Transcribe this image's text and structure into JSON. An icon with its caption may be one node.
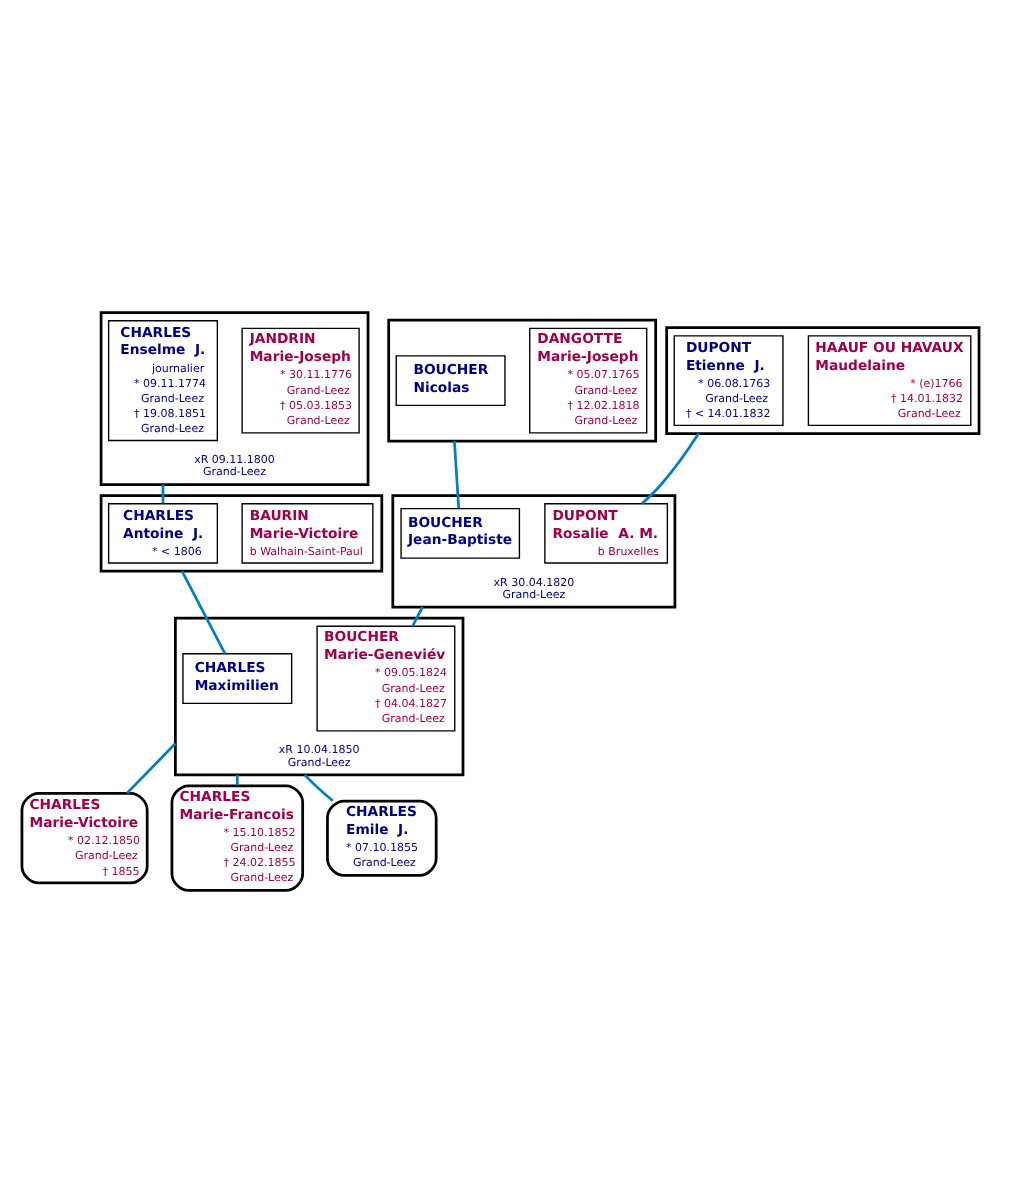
{
  "diagram": {
    "nodes": [
      {
        "text": [
          "xR 09.11.1800",
          "Grand-Leez"
        ]
      },
      {
        "text": [
          "CHARLES",
          "Enselme  J.",
          "journalier",
          "* 09.11.1774",
          "Grand-Leez",
          "† 19.08.1851",
          "Grand-Leez"
        ],
        "in": 0
      },
      {
        "text": [
          "JANDRIN",
          "Marie-Joseph",
          "* 30.11.1776",
          "Grand-Leez",
          "† 05.03.1853",
          "Grand-Leez"
        ],
        "in": 0
      },
      {
        "text": [],
        "shape": "box"
      },
      {
        "text": [
          "BOUCHER",
          "Nicolas"
        ],
        "in": 3
      },
      {
        "text": [
          "DANGOTTE",
          "Marie-Joseph",
          "* 05.07.1765",
          "Grand-Leez",
          "† 12.02.1818",
          "Grand-Leez"
        ],
        "in": 3
      },
      {
        "text": [],
        "shape": "box"
      },
      {
        "text": [
          "DUPONT",
          "Etienne  J.",
          "* 06.08.1763",
          "Grand-Leez",
          "† < 14.01.1832"
        ],
        "in": 6
      },
      {
        "text": [
          "HAAUF OU HAVAUX",
          "Maudelaine",
          "* (e)1766",
          "† 14.01.1832",
          "Grand-Leez"
        ],
        "in": 6
      },
      {
        "text": [],
        "shape": "box"
      },
      {
        "text": [
          "CHARLES",
          "Antoine  J.",
          "* < 1806"
        ],
        "in": 9
      },
      {
        "text": [
          "BAURIN",
          "Marie-Victoire",
          "b Walhain-Saint-Paul"
        ],
        "in": 9
      },
      {
        "text": [
          "xR 30.04.1820",
          "Grand-Leez"
        ]
      },
      {
        "text": [
          "BOUCHER",
          "Jean-Baptiste"
        ],
        "in": 12
      },
      {
        "text": [
          "DUPONT",
          "Rosalie  A. M.",
          "b Bruxelles"
        ],
        "in": 12
      },
      {
        "text": [
          "xR 10.04.1850",
          "Grand-Leez"
        ]
      },
      {
        "text": [
          "CHARLES",
          "Maximilien"
        ],
        "in": 15
      },
      {
        "text": [
          "BOUCHER",
          "Marie-Geneviév",
          "* 09.05.1824",
          "Grand-Leez",
          "† 04.04.1827",
          "Grand-Leez"
        ],
        "in": 15
      },
      {
        "text": [
          "CHARLES",
          "Marie-Victoire",
          "* 02.12.1850",
          "Grand-Leez",
          "† 1855"
        ]
      },
      {
        "text": [
          "CHARLES",
          "Marie-Francois",
          "* 15.10.1852",
          "Grand-Leez",
          "† 24.02.1855",
          "Grand-Leez"
        ]
      },
      {
        "text": [
          "CHARLES",
          "Emile  J.",
          "* 07.10.1855",
          "Grand-Leez"
        ]
      }
    ],
    "edges": [
      {
        "from": 0,
        "to": 10,
        "arrow": "none"
      },
      {
        "from": 3,
        "to": 13,
        "arrow": "none"
      },
      {
        "from": 6,
        "to": 14,
        "arrow": "none"
      },
      {
        "from": 9,
        "to": 16,
        "arrow": "none"
      },
      {
        "from": 12,
        "to": 17,
        "arrow": "none"
      },
      {
        "from": 15,
        "to": 18,
        "arrow": "none"
      },
      {
        "from": 15,
        "to": 19,
        "arrow": "none"
      },
      {
        "from": 15,
        "to": 20,
        "arrow": "none"
      }
    ]
  }
}
